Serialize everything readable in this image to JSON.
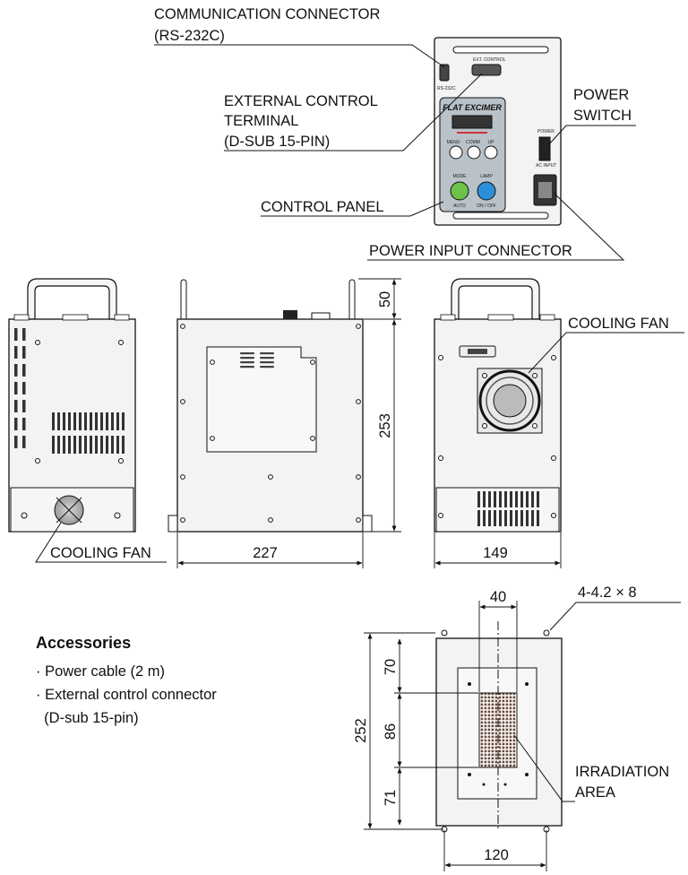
{
  "callouts": {
    "comm_connector_1": "COMMUNICATION CONNECTOR",
    "comm_connector_2": "(RS-232C)",
    "ext_control_1": "EXTERNAL CONTROL",
    "ext_control_2": "TERMINAL",
    "ext_control_3": "(D-SUB 15-PIN)",
    "control_panel": "CONTROL PANEL",
    "power_switch_1": "POWER",
    "power_switch_2": "SWITCH",
    "power_input": "POWER INPUT CONNECTOR",
    "cooling_fan_back": "COOLING FAN",
    "cooling_fan_left": "COOLING FAN",
    "irradiation_1": "IRRADIATION",
    "irradiation_2": "AREA",
    "holes": "4-4.2 × 8"
  },
  "panel": {
    "brand": "FLAT EXCIMER",
    "ext_control": "EXT. CONTROL",
    "rs232": "RS-232C",
    "menu": "MENU",
    "comm": "COMM",
    "up": "UP",
    "mode": "MODE",
    "lamp": "LAMP",
    "auto": "AUTO",
    "on_off": "ON / OFF",
    "power": "POWER",
    "ac_input": "AC INPUT"
  },
  "dimensions": {
    "handle_height": "50",
    "body_height": "253",
    "side_width": "227",
    "back_width": "149",
    "bottom_inner_width": "40",
    "bottom_top_offset": "70",
    "bottom_window": "86",
    "bottom_bottom_offset": "71",
    "bottom_total": "252",
    "bottom_width": "120"
  },
  "accessories": {
    "title": "Accessories",
    "items": [
      "· Power cable (2 m)",
      "· External control connector",
      "  (D-sub 15-pin)"
    ]
  }
}
